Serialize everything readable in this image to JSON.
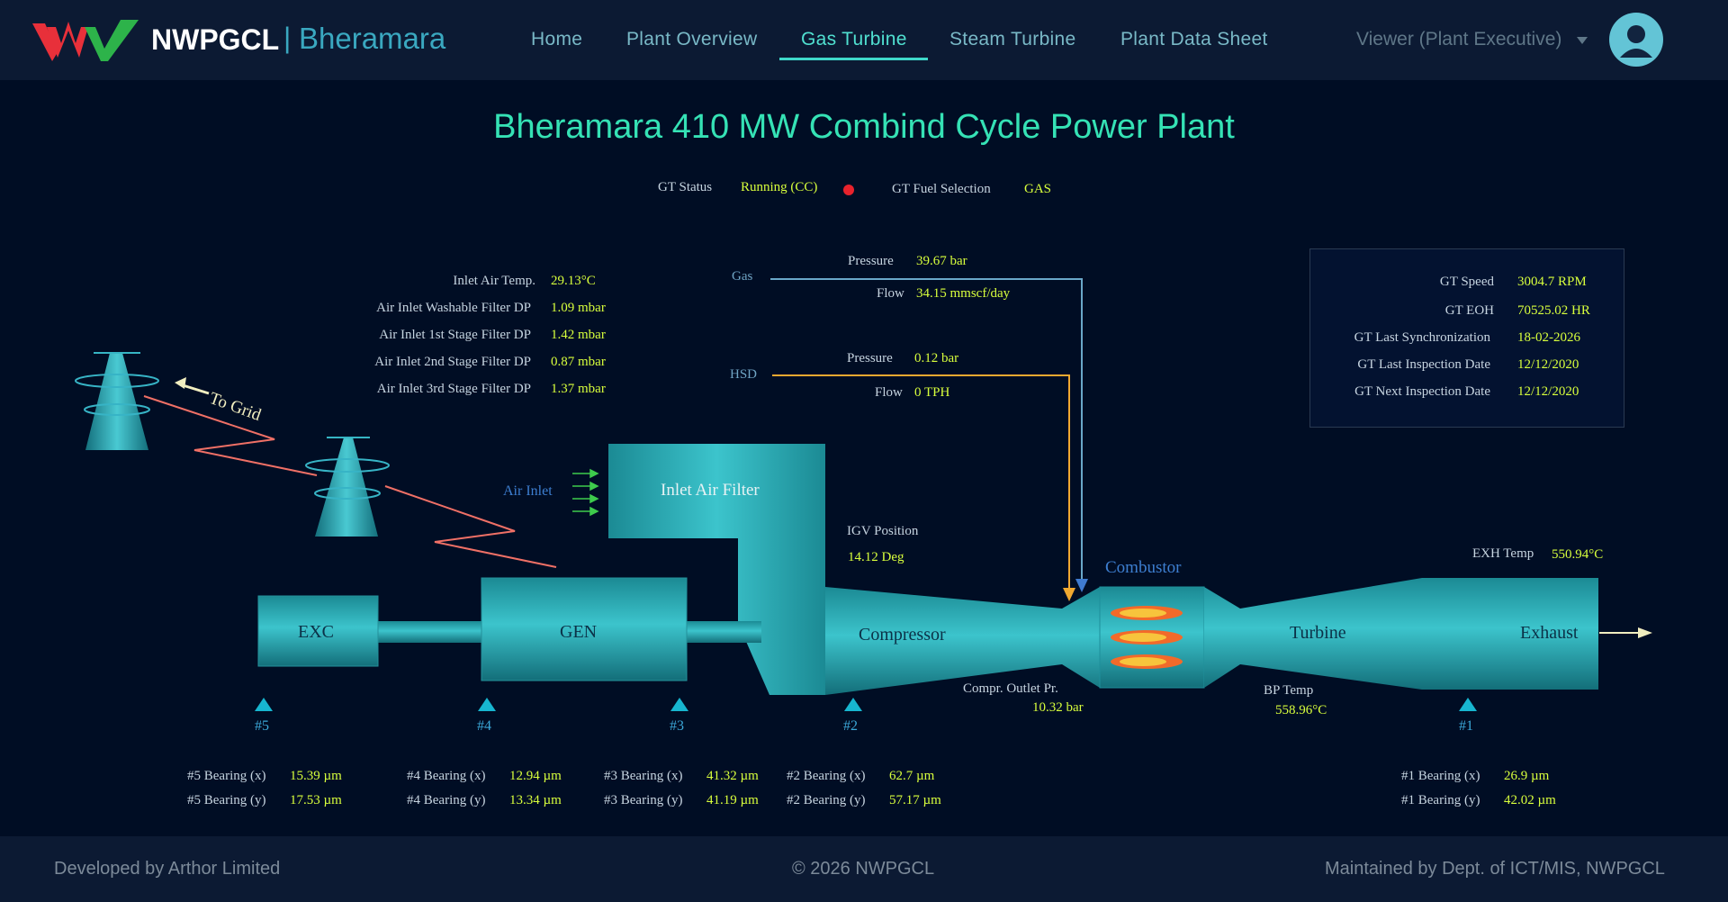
{
  "header": {
    "brand": "NWPGCL",
    "separator": "|",
    "site": "Bheramara",
    "nav": [
      "Home",
      "Plant Overview",
      "Gas Turbine",
      "Steam Turbine",
      "Plant Data Sheet"
    ],
    "active_nav": "Gas Turbine",
    "user": "Viewer (Plant Executive)"
  },
  "title": "Bheramara 410 MW Combind Cycle Power Plant",
  "status": {
    "gt_status_label": "GT Status",
    "gt_status_value": "Running (CC)",
    "fuel_label": "GT Fuel Selection",
    "fuel_value": "GAS",
    "indicator_color": "#e8222c"
  },
  "air_inlet": [
    {
      "label": "Inlet Air Temp.",
      "value": "29.13°C"
    },
    {
      "label": "Air Inlet Washable Filter DP",
      "value": "1.09 mbar"
    },
    {
      "label": "Air Inlet 1st Stage Filter DP",
      "value": "1.42 mbar"
    },
    {
      "label": "Air Inlet 2nd Stage Filter DP",
      "value": "0.87 mbar"
    },
    {
      "label": "Air Inlet 3rd Stage Filter DP",
      "value": "1.37 mbar"
    }
  ],
  "fuel": {
    "gas_label": "Gas",
    "gas_pressure_label": "Pressure",
    "gas_pressure": "39.67 bar",
    "gas_flow_label": "Flow",
    "gas_flow": "34.15 mmscf/day",
    "hsd_label": "HSD",
    "hsd_pressure_label": "Pressure",
    "hsd_pressure": "0.12 bar",
    "hsd_flow_label": "Flow",
    "hsd_flow": "0 TPH"
  },
  "gt_info": [
    {
      "label": "GT Speed",
      "value": "3004.7 RPM"
    },
    {
      "label": "GT EOH",
      "value": "70525.02 HR"
    },
    {
      "label": "GT Last Synchronization",
      "value": "18-02-2026"
    },
    {
      "label": "GT Last Inspection Date",
      "value": "12/12/2020"
    },
    {
      "label": "GT Next Inspection Date",
      "value": "12/12/2020"
    }
  ],
  "diagram": {
    "to_grid": "To Grid",
    "air_inlet": "Air Inlet",
    "inlet_air_filter": "Inlet Air Filter",
    "igv_label": "IGV Position",
    "igv_value": "14.12 Deg",
    "combustor": "Combustor",
    "exh_label": "EXH Temp",
    "exh_value": "550.94°C",
    "exc": "EXC",
    "gen": "GEN",
    "compressor": "Compressor",
    "turbine": "Turbine",
    "exhaust": "Exhaust",
    "compr_outlet_label": "Compr. Outlet Pr.",
    "compr_outlet_value": "10.32 bar",
    "bp_label": "BP Temp",
    "bp_value": "558.96°C",
    "bearing_markers": [
      "#5",
      "#4",
      "#3",
      "#2",
      "#1"
    ]
  },
  "bearings": [
    {
      "x_label": "#5 Bearing (x)",
      "x_value": "15.39 µm",
      "y_label": "#5 Bearing (y)",
      "y_value": "17.53 µm"
    },
    {
      "x_label": "#4 Bearing (x)",
      "x_value": "12.94 µm",
      "y_label": "#4 Bearing (y)",
      "y_value": "13.34 µm"
    },
    {
      "x_label": "#3 Bearing (x)",
      "x_value": "41.32 µm",
      "y_label": "#3 Bearing (y)",
      "y_value": "41.19 µm"
    },
    {
      "x_label": "#2 Bearing (x)",
      "x_value": "62.7 µm",
      "y_label": "#2 Bearing (y)",
      "y_value": "57.17 µm"
    },
    {
      "x_label": "#1 Bearing (x)",
      "x_value": "26.9 µm",
      "y_label": "#1 Bearing (y)",
      "y_value": "42.02 µm"
    }
  ],
  "footer": {
    "left": "Developed by Arthor Limited",
    "center": "© 2026 NWPGCL",
    "right": "Maintained by Dept. of ICT/MIS, NWPGCL"
  },
  "colors": {
    "background": "#000d24",
    "header": "#0c1a33",
    "accent": "#35e2b5",
    "value": "#d8ff3c",
    "gas_line": "#6aa8c9",
    "hsd_line": "#f0a830",
    "equipment": "#2ea6b0"
  }
}
